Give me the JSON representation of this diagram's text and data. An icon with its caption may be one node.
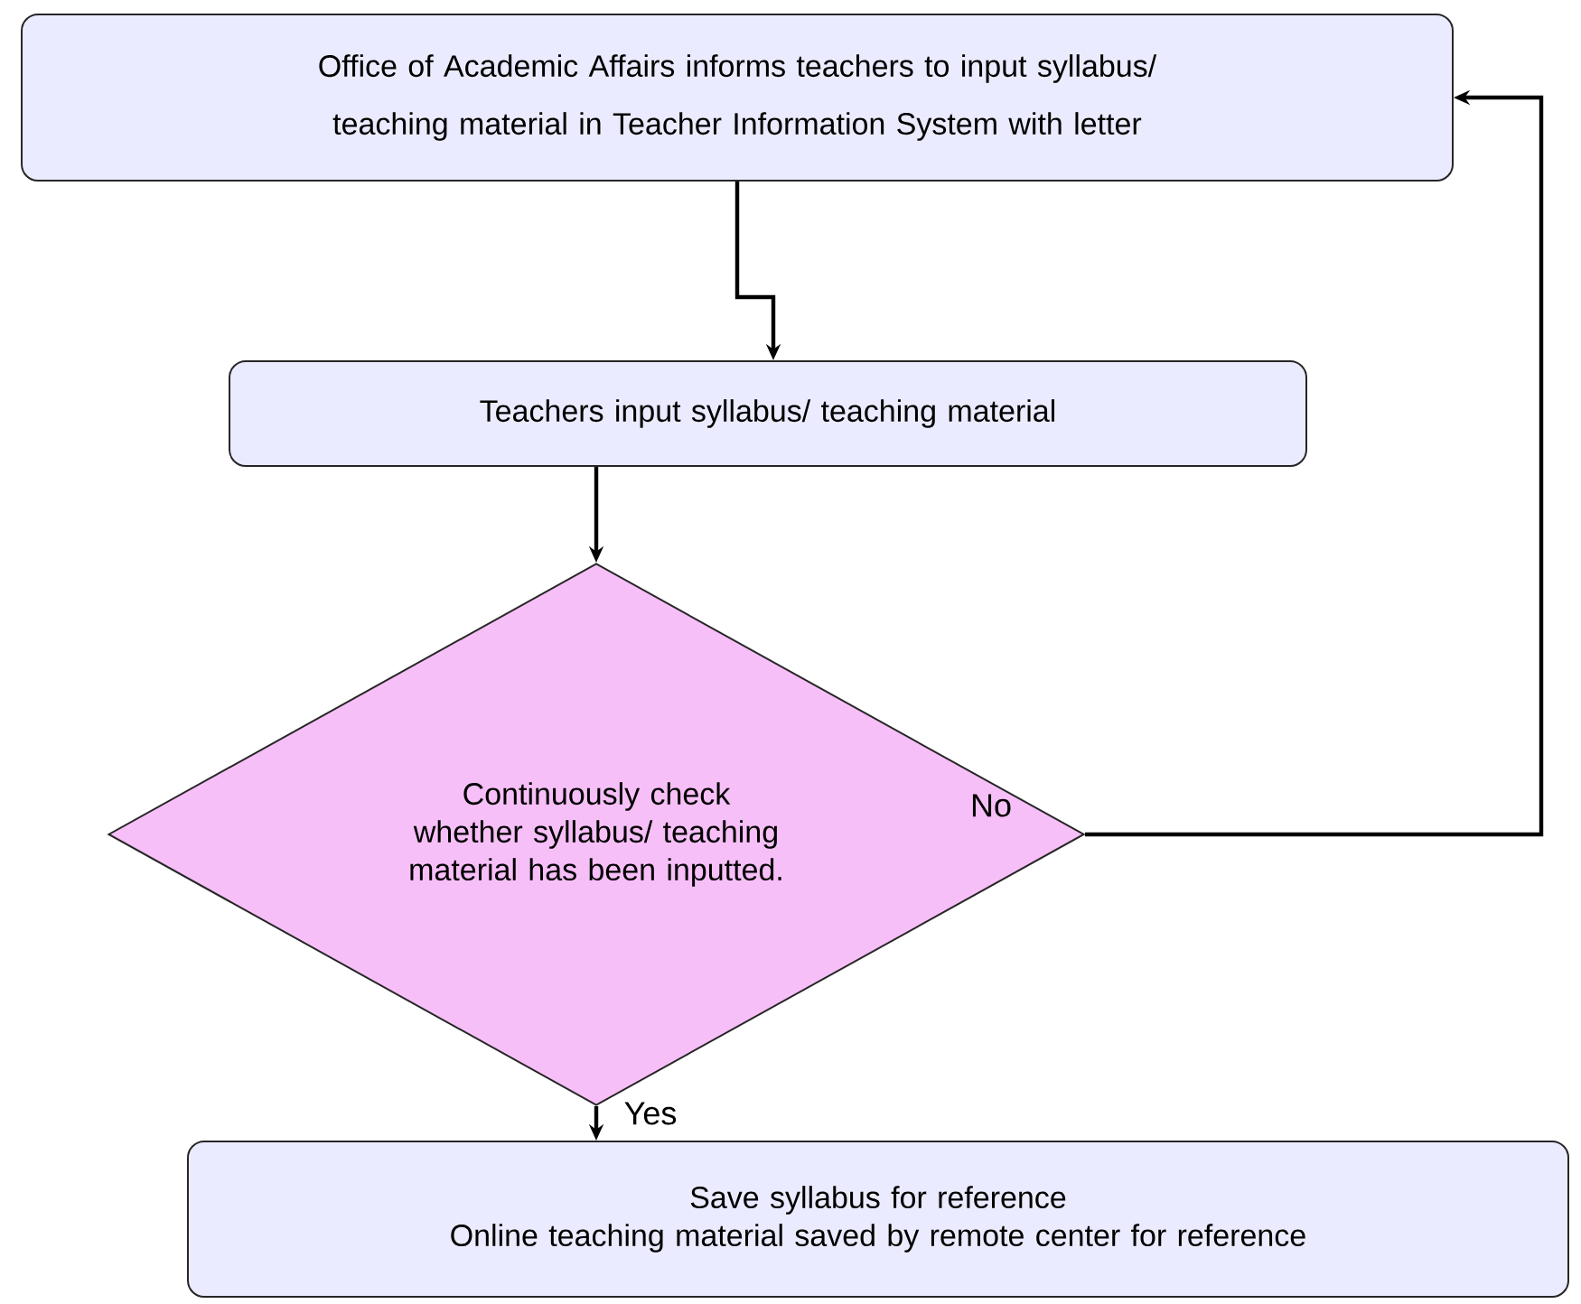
{
  "diagram": {
    "nodes": [
      {
        "text": [
          "Office of Academic Affairs informs teachers to input syllabus/ teaching material in Teacher Information System with letter"
        ]
      },
      {
        "text": [
          "Teachers input syllabus/ teaching material"
        ]
      },
      {
        "text": [
          "Continuously check whether syllabus/ teaching material has been inputted."
        ]
      },
      {
        "text": [
          "Save syllabus for reference",
          "Online teaching material saved by remote center for reference"
        ]
      }
    ],
    "edges": [
      {
        "from": 0,
        "to": 1,
        "arrow": "to"
      },
      {
        "from": 1,
        "to": 2,
        "arrow": "to"
      },
      {
        "from": 2,
        "to": 3,
        "arrow": "to",
        "label": "Yes"
      },
      {
        "from": 2,
        "to": 0,
        "arrow": "to",
        "label": "No"
      }
    ]
  }
}
